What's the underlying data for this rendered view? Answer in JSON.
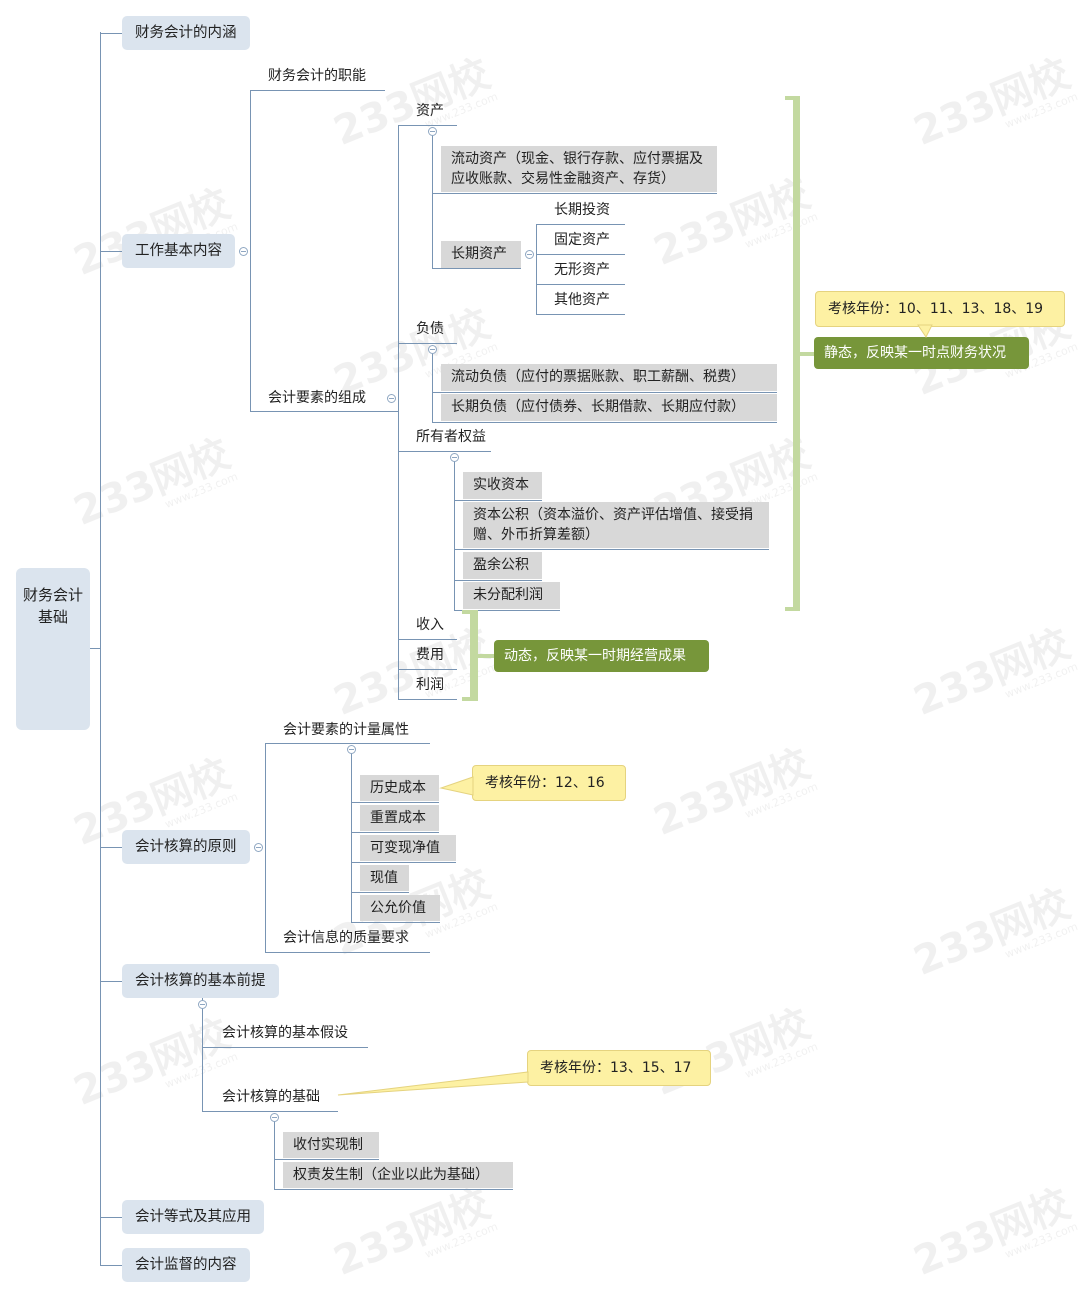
{
  "root": "财务会计基础",
  "level1": [
    "财务会计的内涵",
    "工作基本内容",
    "会计核算的原则",
    "会计核算的基本前提",
    "会计等式及其应用",
    "会计监督的内容"
  ],
  "work": {
    "functions": "财务会计的职能",
    "elements": "会计要素的组成"
  },
  "elements": {
    "assets": {
      "label": "资产",
      "current": "流动资产（现金、银行存款、应付票据及应收账款、交易性金融资产、存货）",
      "long_term": "长期资产",
      "long_term_items": [
        "长期投资",
        "固定资产",
        "无形资产",
        "其他资产"
      ]
    },
    "liabilities": {
      "label": "负债",
      "current": "流动负债（应付的票据账款、职工薪酬、税费）",
      "long_term": "长期负债（应付债券、长期借款、长期应付款）"
    },
    "equity": {
      "label": "所有者权益",
      "items": [
        "实收资本",
        "资本公积（资本溢价、资产评估增值、接受捐赠、外币折算差额）",
        "盈余公积",
        "未分配利润"
      ]
    },
    "income": "收入",
    "expenses": "费用",
    "profit": "利润",
    "static_note": "静态，反映某一时点财务状况",
    "static_years": "考核年份：10、11、13、18、19",
    "dynamic_note": "动态，反映某一时期经营成果"
  },
  "principles": {
    "measurement": {
      "label": "会计要素的计量属性",
      "items": [
        "历史成本",
        "重置成本",
        "可变现净值",
        "现值",
        "公允价值"
      ],
      "years": "考核年份：12、16"
    },
    "quality": "会计信息的质量要求"
  },
  "premises": {
    "assumption": "会计核算的基本假设",
    "basis": {
      "label": "会计核算的基础",
      "items": [
        "收付实现制",
        "权责发生制（企业以此为基础）"
      ],
      "years": "考核年份：13、15、17"
    }
  },
  "watermark": {
    "text": "233网校",
    "sub": "www.233.com"
  },
  "colors": {
    "level1_bg": "#dbe4ee",
    "leaf_bg": "#d8d8d8",
    "note_green": "#77963a",
    "callout_yellow": "#fdf1a3",
    "line": "#7894b3",
    "bracket": "#c3d9a0"
  }
}
